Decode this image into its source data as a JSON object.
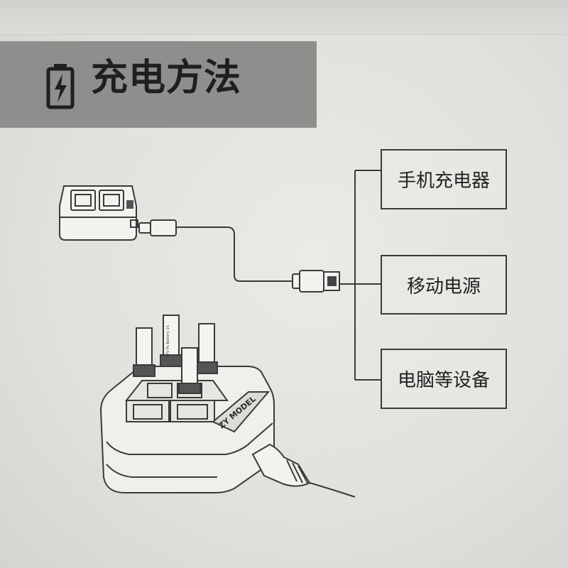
{
  "header": {
    "title": "充电方法",
    "icon": "battery-charging-icon",
    "band_color": "#8e8e8c"
  },
  "devices": [
    {
      "label": "手机充电器"
    },
    {
      "label": "移动电源"
    },
    {
      "label": "电脑等设备"
    }
  ],
  "product": {
    "brand": "ZY MODEL",
    "battery_label": "3.7V Po Battery 1S"
  }
}
